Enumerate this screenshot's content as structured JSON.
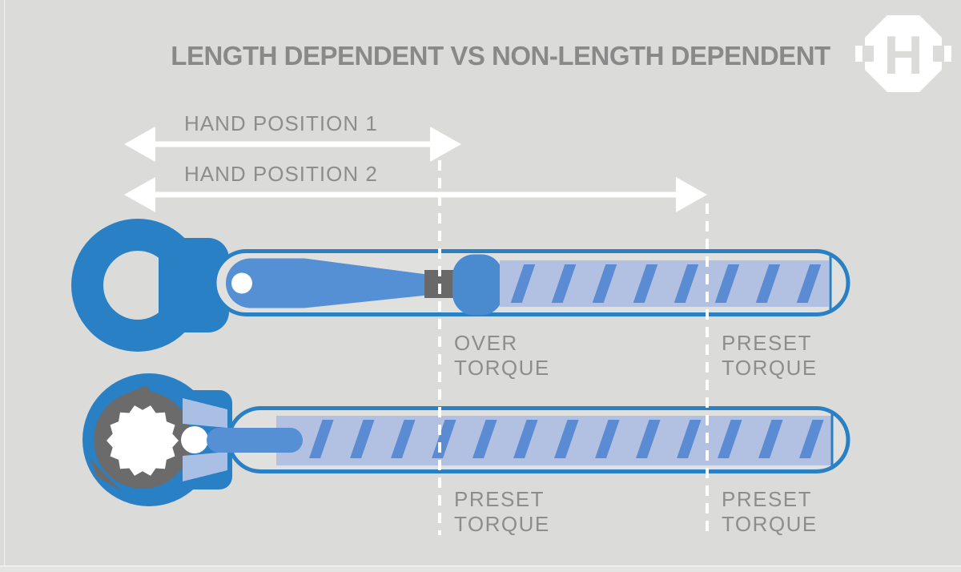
{
  "title": "LENGTH DEPENDENT VS NON-LENGTH DEPENDENT",
  "hand_positions": {
    "position1": "HAND POSITION 1",
    "position2": "HAND POSITION 2"
  },
  "torque_labels": {
    "over_torque": {
      "line1": "OVER",
      "line2": "TORQUE"
    },
    "preset_torque_top_right": {
      "line1": "PRESET",
      "line2": "TORQUE"
    },
    "preset_torque_bottom_left": {
      "line1": "PRESET",
      "line2": "TORQUE"
    },
    "preset_torque_bottom_right": {
      "line1": "PRESET",
      "line2": "TORQUE"
    }
  },
  "logo": {
    "letter": "H",
    "icon": "hex-nut-h-logo"
  },
  "icons": {
    "hand_position_arrows": "double-headed-arrow",
    "torque_markers": "vertical-dashed-line"
  },
  "colors": {
    "background": "#dbdbda",
    "wrench_blue": "#2980c4",
    "handle_blue": "#5490d3",
    "pivot_block_blue": "#4a8bd0",
    "shaft_light_blue": "#b2c1e1",
    "hatch_blue": "#5b8bd2",
    "clasp_light_blue": "#a9c0e4",
    "connector_gray": "#696969",
    "text_gray": "#8a8a8a",
    "arrow_white": "#ffffff"
  }
}
